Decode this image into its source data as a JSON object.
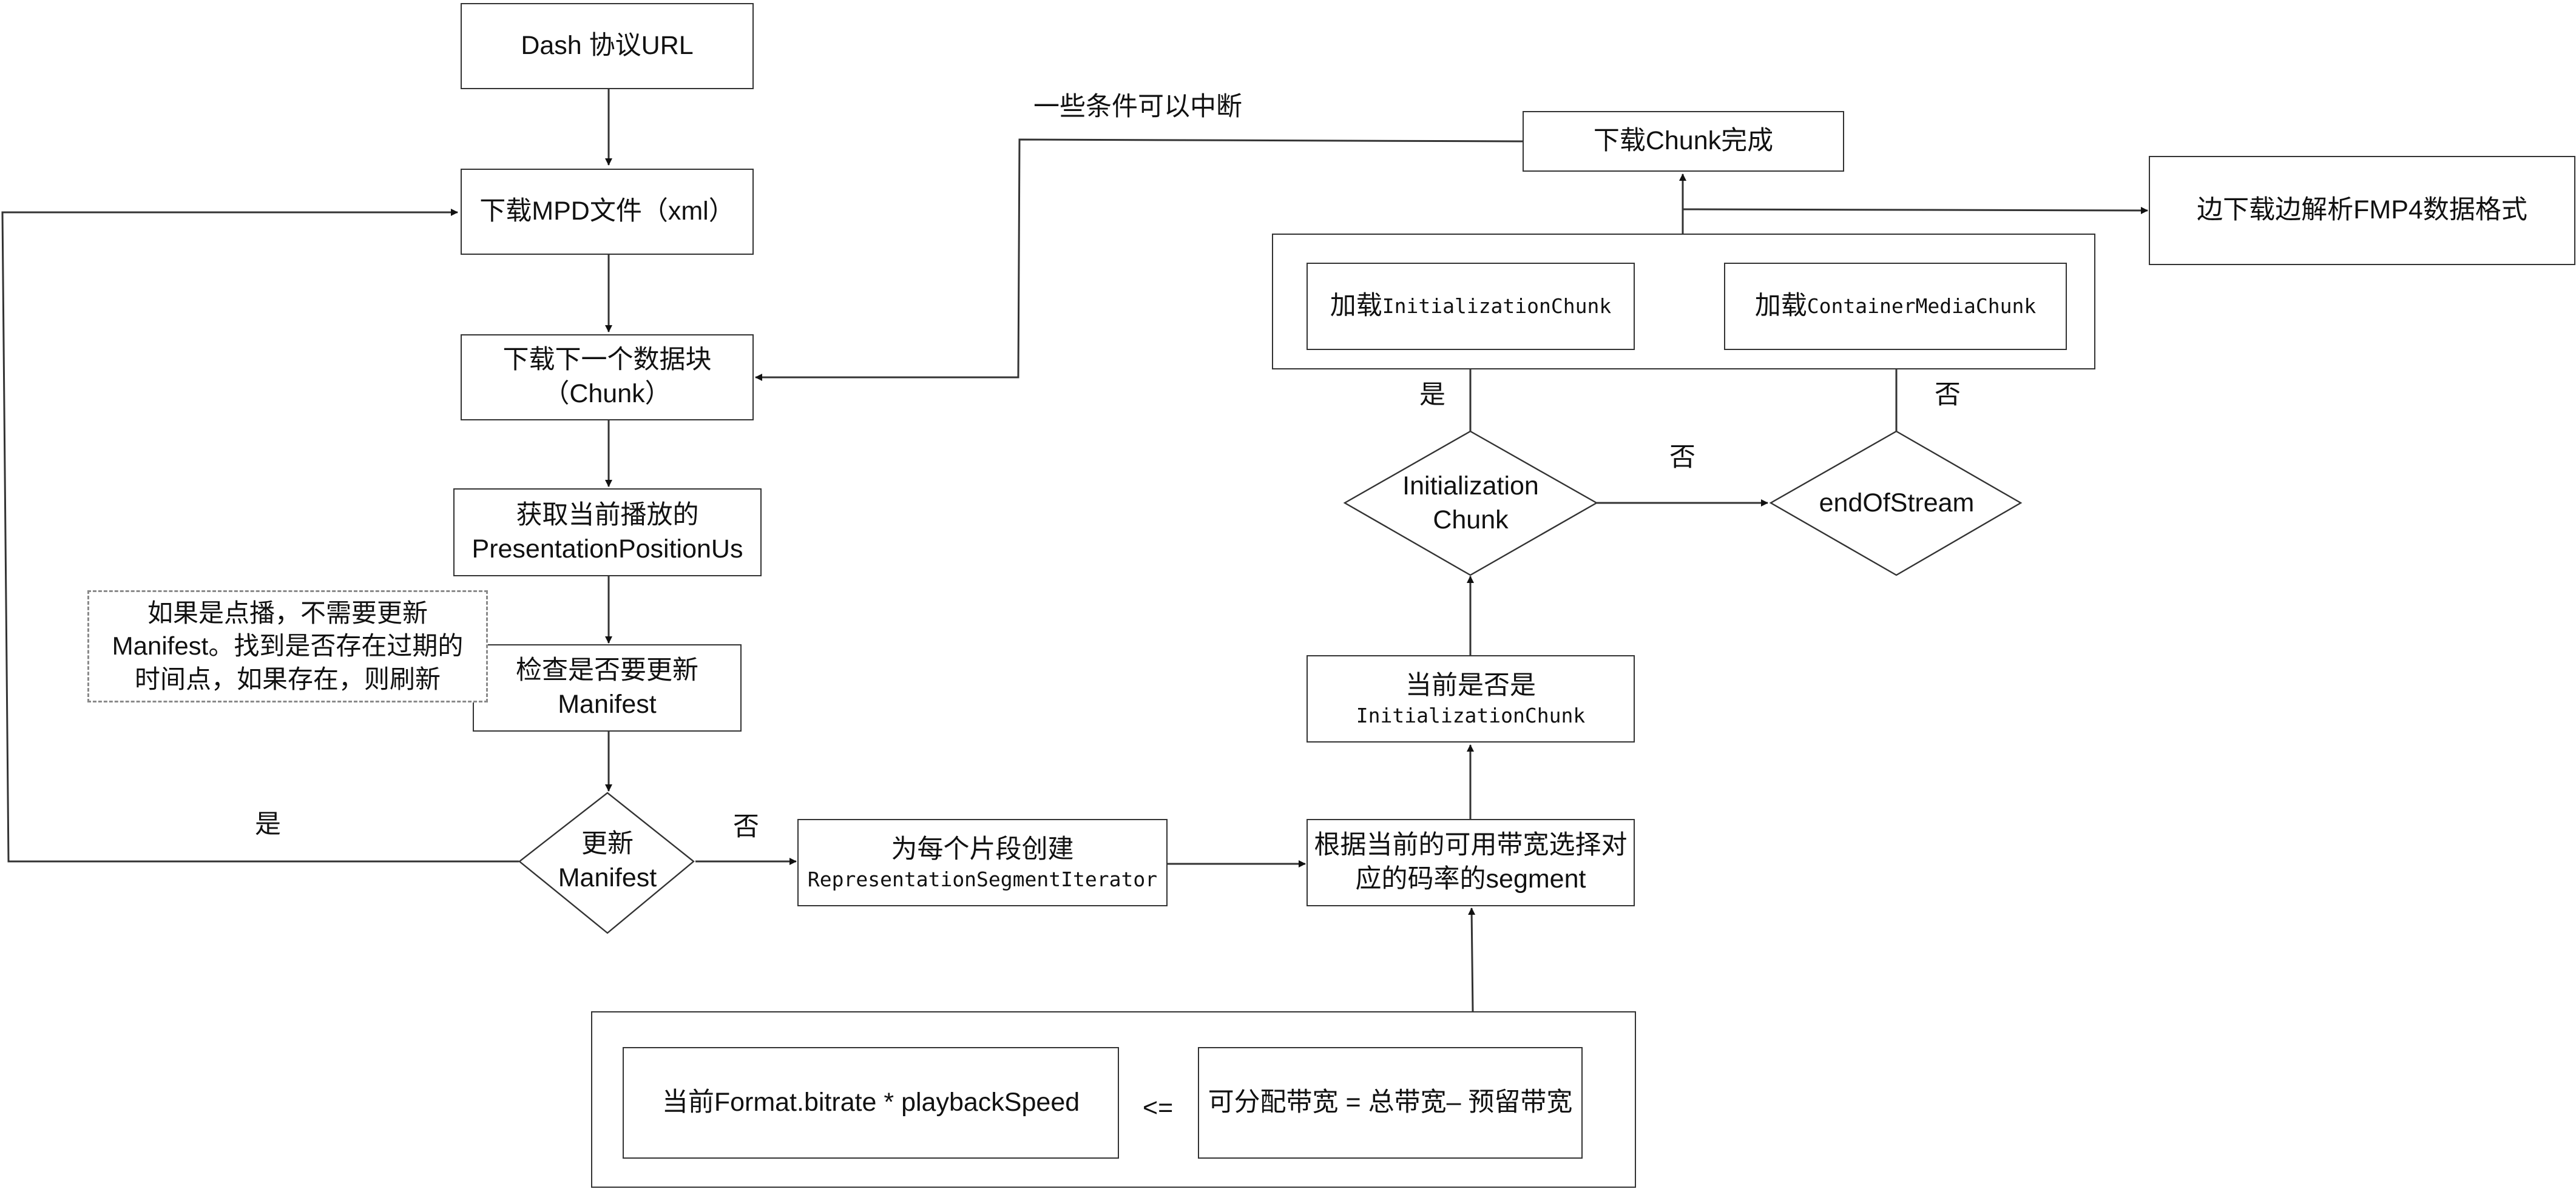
{
  "nodes": {
    "dash_url": "Dash 协议URL",
    "download_mpd": "下载MPD文件（xml）",
    "download_next_chunk": "下载下一个数据块\n（Chunk）",
    "get_position_line1": "获取当前播放的",
    "get_position_line2": "PresentationPositionUs",
    "check_manifest": "检查是否要更新\nManifest",
    "note_vod": "如果是点播，不需要更新\nManifest。找到是否存在过期的\n时间点，如果存在，则刷新",
    "decision_update_manifest": "更新\nManifest",
    "create_iterator_line1": "为每个片段创建",
    "create_iterator_line2": "RepresentationSegmentIterator",
    "select_segment": "根据当前的可用带宽选择对\n应的码率的segment",
    "is_init_line1": "当前是否是",
    "is_init_line2": "InitializationChunk",
    "decision_init_chunk": "Initialization\nChunk",
    "decision_end_of_stream": "endOfStream",
    "load_init_prefix": "加载",
    "load_init_code": "InitializationChunk",
    "load_media_prefix": "加载",
    "load_media_code": "ContainerMediaChunk",
    "chunk_done": "下载Chunk完成",
    "parse_fmp4": "边下载边解析FMP4数据格式",
    "bitrate_formula": "当前Format.bitrate * playbackSpeed",
    "compare_op": "<=",
    "bandwidth_formula": "可分配带宽 = 总带宽– 预留带宽"
  },
  "edge_labels": {
    "interrupt": "一些条件可以中断",
    "yes_update": "是",
    "no_update": "否",
    "yes_init": "是",
    "no_init": "否",
    "no_end_of_stream": "否"
  },
  "colors": {
    "stroke": "#333333",
    "note_border": "#8a8a8a",
    "text": "#111111"
  }
}
